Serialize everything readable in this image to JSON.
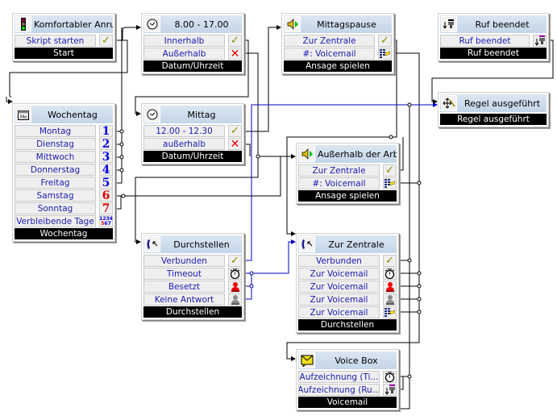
{
  "colors": {
    "wire": "#000000",
    "wire_active": "#0000c0",
    "footer_bg": "#000000",
    "label_text": "#1a1ab0"
  },
  "nodes": {
    "start": {
      "icon": "traffic-light-icon",
      "title": "Komfortabler Anru...",
      "rows": [
        {
          "label": "Skript starten",
          "out_icon": "check-icon"
        }
      ],
      "footer": "Start"
    },
    "time1": {
      "icon": "clock-icon",
      "title": "8.00 - 17.00",
      "rows": [
        {
          "label": "Innerhalb",
          "out_icon": "check-icon"
        },
        {
          "label": "Außerhalb",
          "out_icon": "cross-icon"
        }
      ],
      "footer": "Datum/Uhrzeit"
    },
    "lunch_announce": {
      "icon": "speaker-icon",
      "title": "Mittagspause",
      "rows": [
        {
          "label": "Zur Zentrale",
          "out_icon": "check-icon"
        },
        {
          "label": "#: Voicemail",
          "out_icon": "keypad-icon"
        }
      ],
      "footer": "Ansage spielen"
    },
    "call_end": {
      "icon": "hangup-icon",
      "title": "Ruf beendet",
      "rows": [
        {
          "label": "Ruf beendet",
          "out_icon": "hangup-icon"
        }
      ],
      "footer": "Ruf beendet"
    },
    "rule_done": {
      "icon": "rule-icon",
      "title": "Regel ausgeführt",
      "rows": [],
      "footer": "Regel ausgeführt"
    },
    "weekday": {
      "icon": "calendar-icon",
      "title": "Wochentag",
      "rows": [
        {
          "label": "Montag",
          "out_text": "1"
        },
        {
          "label": "Dienstag",
          "out_text": "2"
        },
        {
          "label": "Mittwoch",
          "out_text": "3"
        },
        {
          "label": "Donnerstag",
          "out_text": "4"
        },
        {
          "label": "Freitag",
          "out_text": "5"
        },
        {
          "label": "Samstag",
          "out_text": "6"
        },
        {
          "label": "Sonntag",
          "out_text": "7"
        },
        {
          "label": "Verbleibende Tage",
          "out_text_top": "1234",
          "out_text_bottom_red": "5",
          "out_text_bottom": "67"
        }
      ],
      "footer": "Wochentag"
    },
    "time2": {
      "icon": "clock-icon",
      "title": "Mittag",
      "rows": [
        {
          "label": "12.00 - 12.30",
          "out_icon": "check-icon"
        },
        {
          "label": "außerhalb",
          "out_icon": "cross-icon"
        }
      ],
      "footer": "Datum/Uhrzeit"
    },
    "after_hours": {
      "icon": "speaker-icon",
      "title": "Außerhalb der Arb...",
      "rows": [
        {
          "label": "Zur Zentrale",
          "out_icon": "check-icon"
        },
        {
          "label": "#: Voicemail",
          "out_icon": "keypad-icon"
        }
      ],
      "footer": "Ansage spielen"
    },
    "transfer1": {
      "icon": "phone-transfer-icon",
      "title": "Durchstellen",
      "rows": [
        {
          "label": "Verbunden",
          "out_icon": "check-icon"
        },
        {
          "label": "Timeout",
          "out_icon": "stopwatch-icon"
        },
        {
          "label": "Besetzt",
          "out_icon": "busy-person-icon"
        },
        {
          "label": "Keine Antwort",
          "out_icon": "no-answer-person-icon"
        }
      ],
      "footer": "Durchstellen"
    },
    "transfer2": {
      "icon": "phone-transfer-icon",
      "title": "Zur Zentrale",
      "rows": [
        {
          "label": "Verbunden",
          "out_icon": "check-icon"
        },
        {
          "label": "Zur Voicemail",
          "out_icon": "stopwatch-icon"
        },
        {
          "label": "Zur Voicemail",
          "out_icon": "busy-person-icon"
        },
        {
          "label": "Zur Voicemail",
          "out_icon": "no-answer-person-icon"
        },
        {
          "label": "Zur Voicemail",
          "out_icon": "keypad-icon"
        }
      ],
      "footer": "Durchstellen"
    },
    "voicebox": {
      "icon": "voicemail-envelope-icon",
      "title": "Voice Box",
      "rows": [
        {
          "label": "Aufzeichnung (Ti...",
          "out_icon": "stopwatch-icon"
        },
        {
          "label": "Aufzeichnung (Ru...",
          "out_icon": "hangup-icon"
        }
      ],
      "footer": "Voicemail"
    }
  }
}
